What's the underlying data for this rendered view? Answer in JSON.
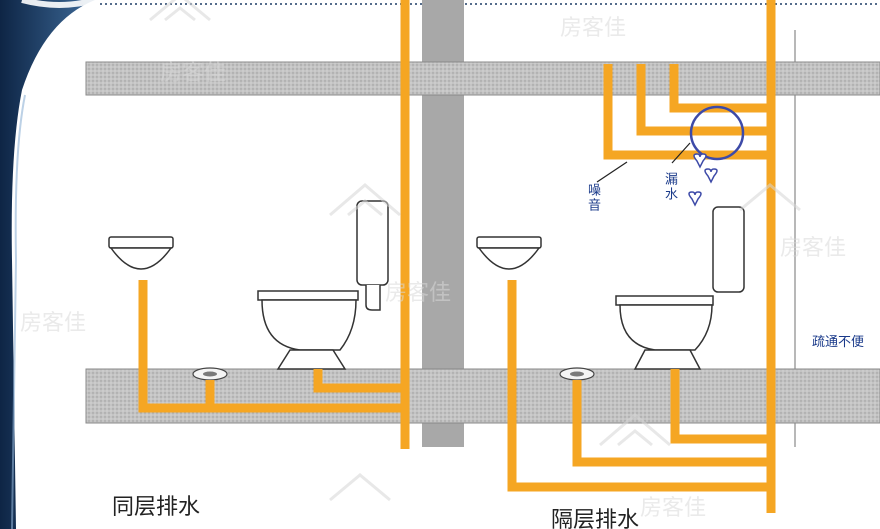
{
  "labels": {
    "same_floor": "同层排水",
    "separate_floor": "隔层排水",
    "noise": "噪音",
    "leak": "漏水",
    "inconvenient": "疏通不便"
  },
  "watermark": "房客佳",
  "colors": {
    "pipe": "#f5a623",
    "slab": "#bdbdbd",
    "riser": "#a8a8a8",
    "circle": "#3d4aa8",
    "background": "#ffffff",
    "left_band": "#1e3d66"
  }
}
